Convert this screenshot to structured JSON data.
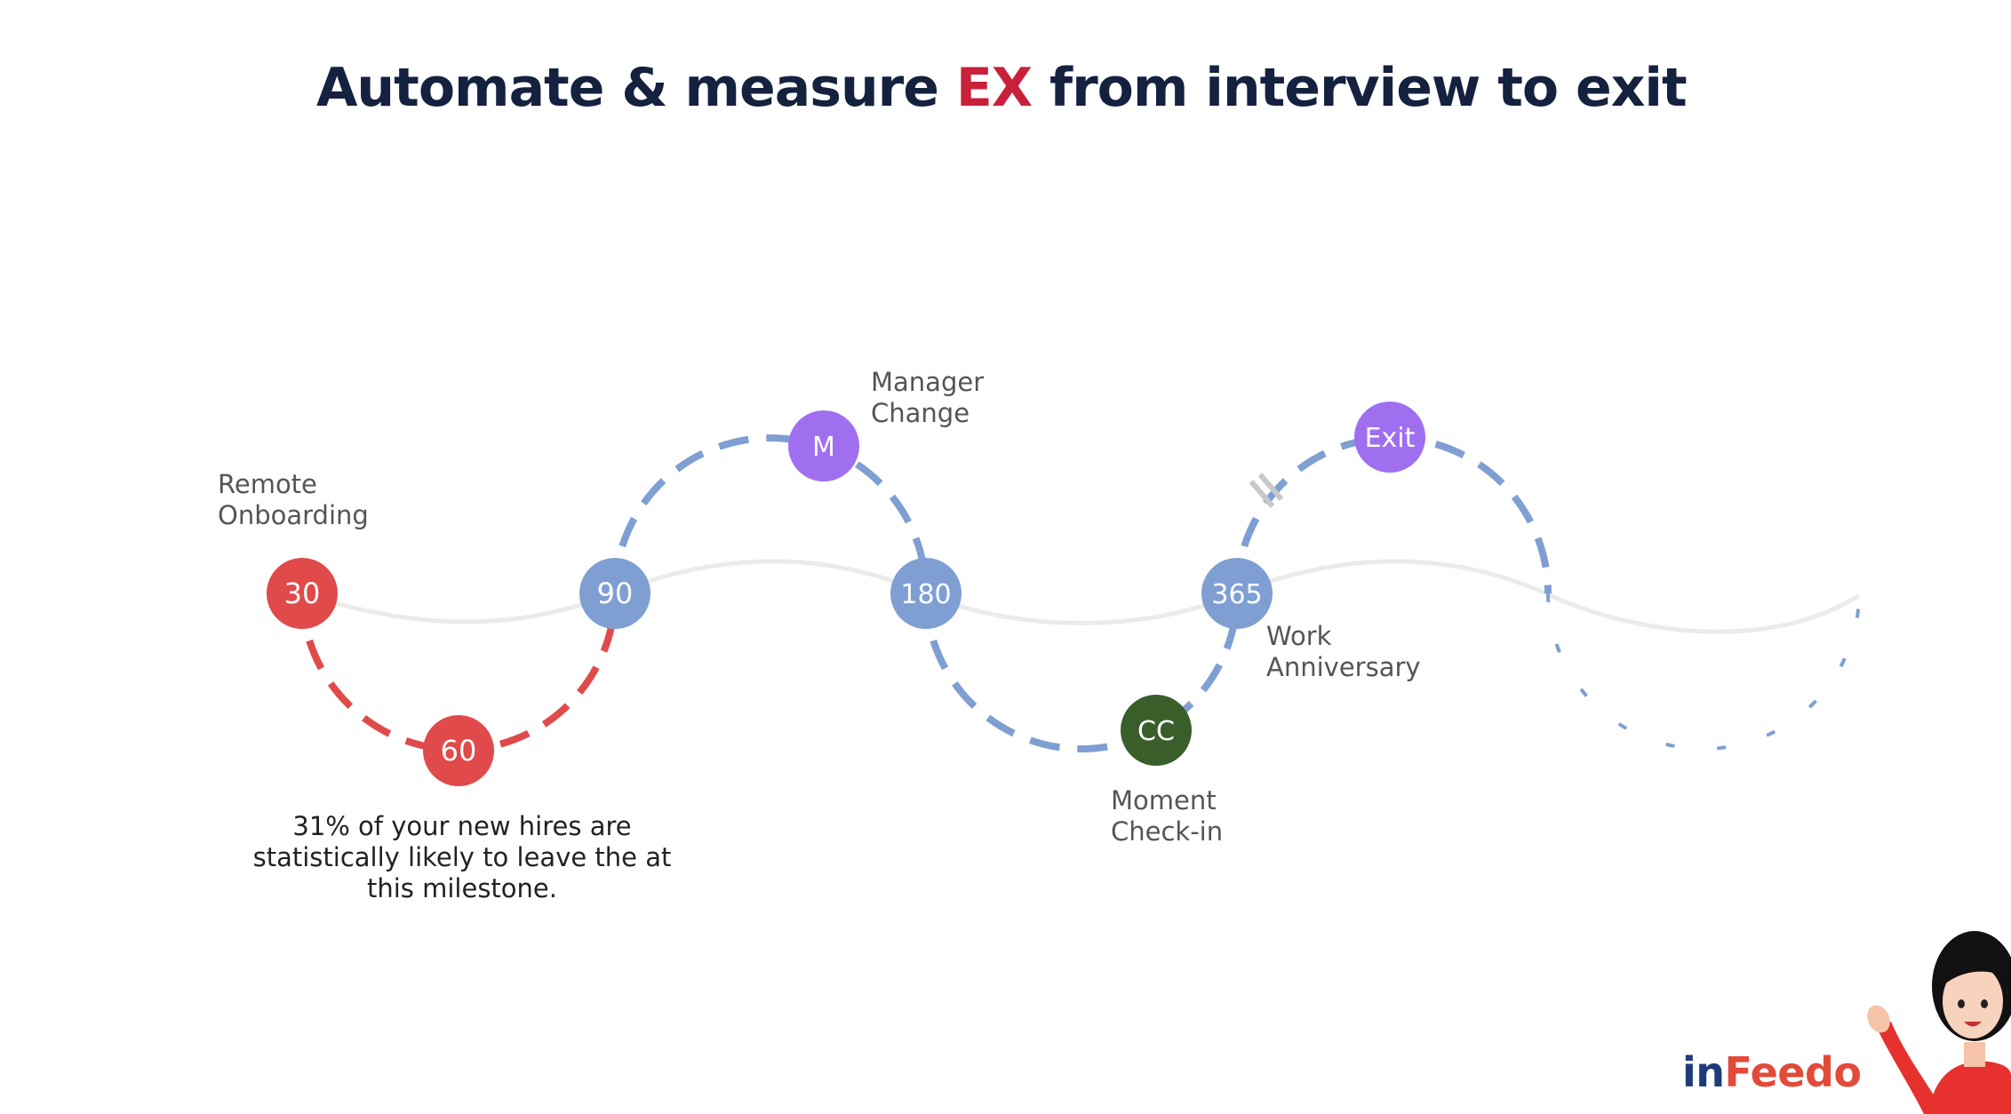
{
  "title": {
    "before": "Automate & measure ",
    "accent": "EX",
    "after": " from interview to exit"
  },
  "nodes": [
    {
      "id": "30",
      "label": "30",
      "color": "#e04a4a"
    },
    {
      "id": "60",
      "label": "60",
      "color": "#e04a4a"
    },
    {
      "id": "90",
      "label": "90",
      "color": "#7f9fd3"
    },
    {
      "id": "M",
      "label": "M",
      "color": "#a06ff0"
    },
    {
      "id": "180",
      "label": "180",
      "color": "#7f9fd3"
    },
    {
      "id": "CC",
      "label": "CC",
      "color": "#3a5e2a"
    },
    {
      "id": "365",
      "label": "365",
      "color": "#7f9fd3"
    },
    {
      "id": "Exit",
      "label": "Exit",
      "color": "#a06ff0"
    }
  ],
  "captions": {
    "remote_onboarding": [
      "Remote",
      "Onboarding"
    ],
    "manager_change": [
      "Manager",
      "Change"
    ],
    "work_anniversary": [
      "Work",
      "Anniversary"
    ],
    "moment_checkin": [
      "Moment",
      "Check-in"
    ]
  },
  "note": [
    "31% of your new hires  are",
    "statistically likely to leave the at",
    "this milestone."
  ],
  "brand": {
    "part1": "in",
    "part2": "Feedo"
  },
  "colors": {
    "red": "#e04a4a",
    "blue": "#7f9fd3",
    "purple": "#a06ff0",
    "green": "#3a5e2a",
    "navy": "#14213f",
    "accent": "#c8203b"
  }
}
